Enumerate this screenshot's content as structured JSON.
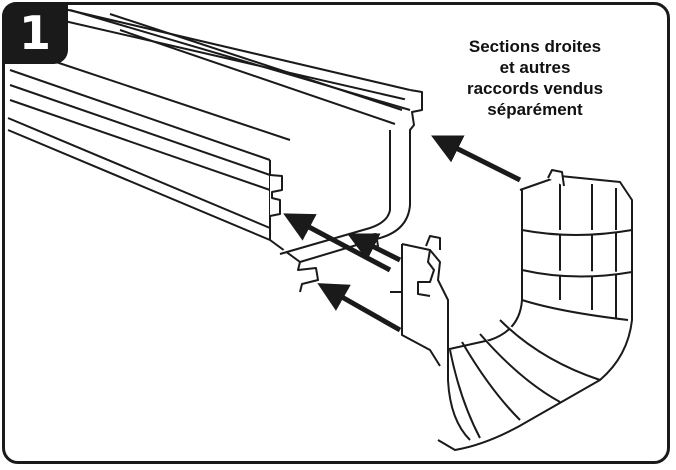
{
  "step": {
    "number": "1"
  },
  "caption": {
    "lines": [
      "Sections droites",
      "et autres",
      "raccords vendus",
      "séparément"
    ]
  },
  "colors": {
    "stroke": "#1a1a1a",
    "badge": "#1a1a1a",
    "fill": "#ffffff"
  },
  "icons": [
    "arrow-icon",
    "gutter-section",
    "gutter-corner-fitting"
  ]
}
